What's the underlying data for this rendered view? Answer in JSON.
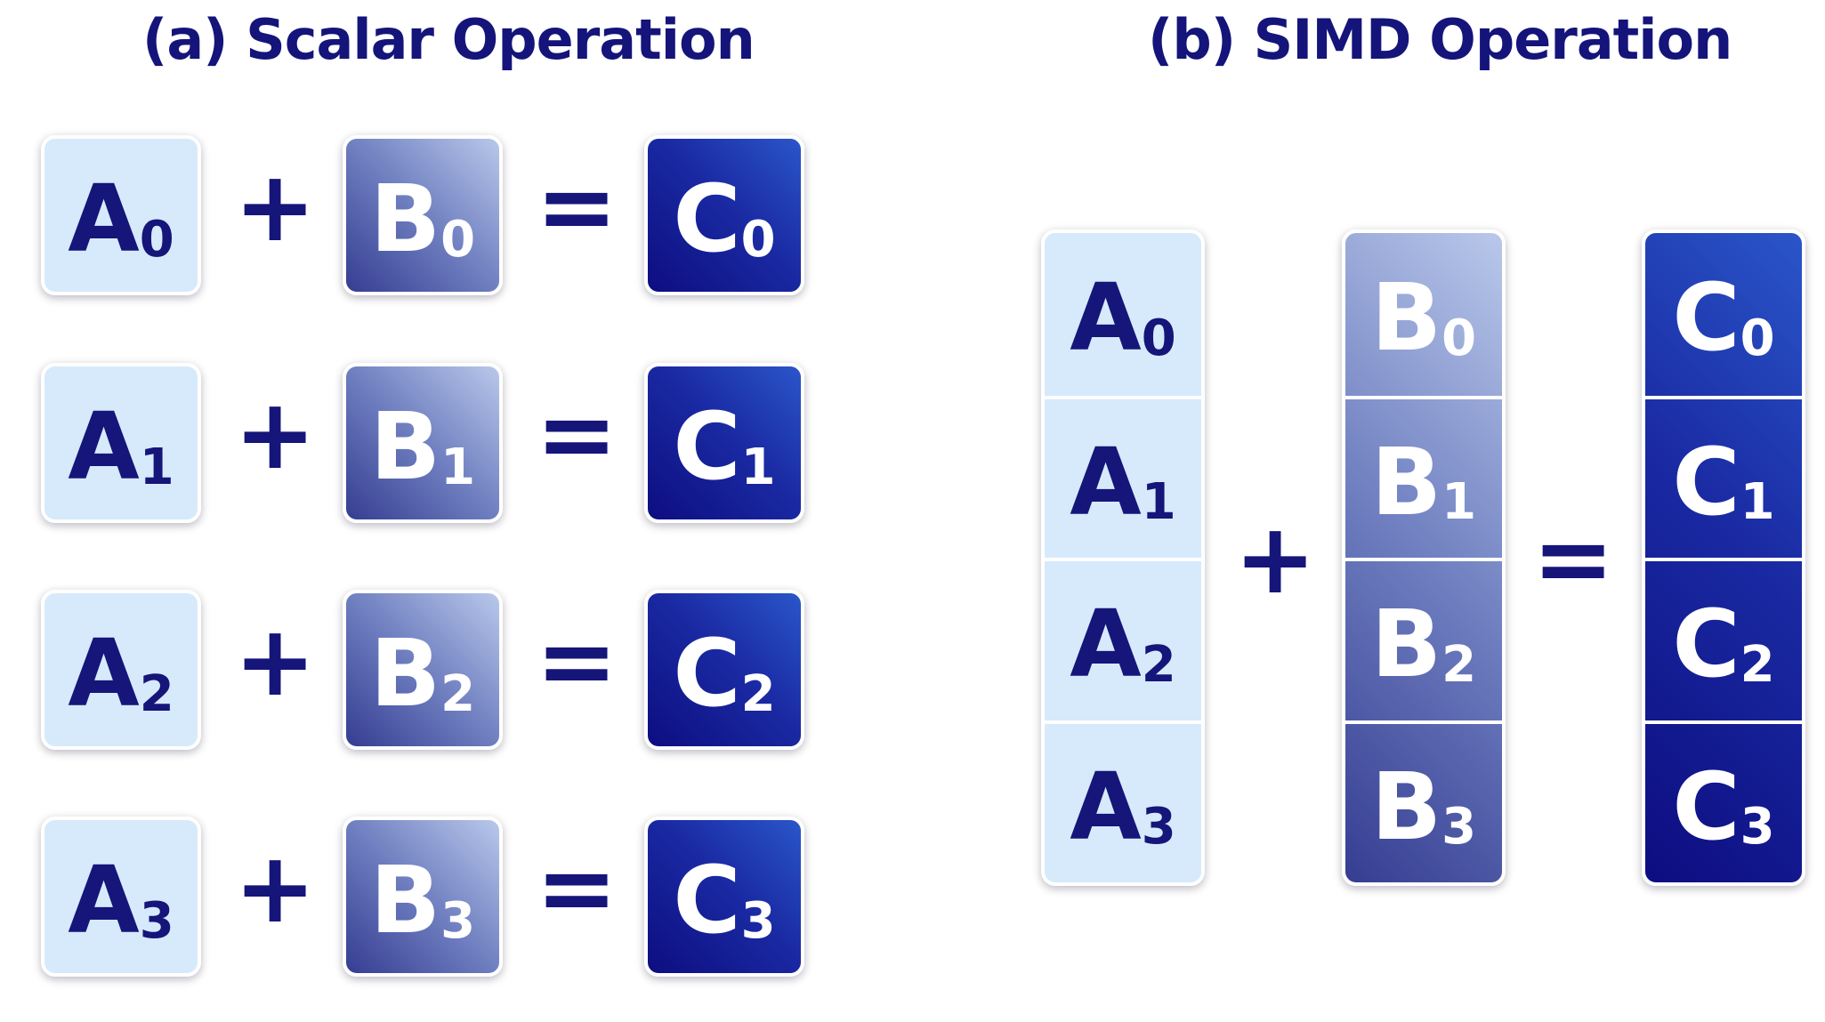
{
  "scalar": {
    "title": "(a) Scalar Operation",
    "rows": [
      {
        "a": "A",
        "b": "B",
        "c": "C",
        "idx": "0",
        "plus": "+",
        "equals": "="
      },
      {
        "a": "A",
        "b": "B",
        "c": "C",
        "idx": "1",
        "plus": "+",
        "equals": "="
      },
      {
        "a": "A",
        "b": "B",
        "c": "C",
        "idx": "2",
        "plus": "+",
        "equals": "="
      },
      {
        "a": "A",
        "b": "B",
        "c": "C",
        "idx": "3",
        "plus": "+",
        "equals": "="
      }
    ]
  },
  "simd": {
    "title": "(b) SIMD Operation",
    "plus": "+",
    "equals": "=",
    "a_items": [
      {
        "letter": "A",
        "idx": "0"
      },
      {
        "letter": "A",
        "idx": "1"
      },
      {
        "letter": "A",
        "idx": "2"
      },
      {
        "letter": "A",
        "idx": "3"
      }
    ],
    "b_items": [
      {
        "letter": "B",
        "idx": "0"
      },
      {
        "letter": "B",
        "idx": "1"
      },
      {
        "letter": "B",
        "idx": "2"
      },
      {
        "letter": "B",
        "idx": "3"
      }
    ],
    "c_items": [
      {
        "letter": "C",
        "idx": "0"
      },
      {
        "letter": "C",
        "idx": "1"
      },
      {
        "letter": "C",
        "idx": "2"
      },
      {
        "letter": "C",
        "idx": "3"
      }
    ]
  },
  "colors": {
    "title": "#14147a",
    "a_fill": "#d6eafb",
    "b_gradient": [
      "#353d92",
      "#b9c8ea"
    ],
    "c_gradient": [
      "#0d0d80",
      "#2a56c9"
    ]
  }
}
